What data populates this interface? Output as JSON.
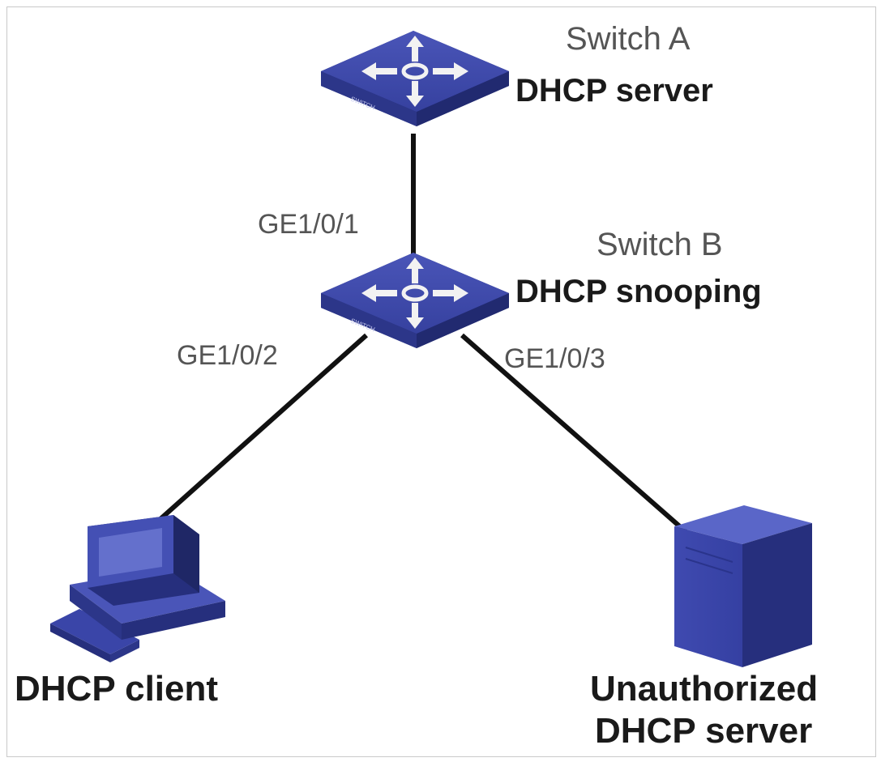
{
  "switch_a": {
    "name": "Switch A",
    "role": "DHCP server"
  },
  "switch_b": {
    "name": "Switch B",
    "role": "DHCP snooping"
  },
  "ports": {
    "uplink": "GE1/0/1",
    "client_port": "GE1/0/2",
    "rogue_port": "GE1/0/3"
  },
  "client": {
    "label": "DHCP client"
  },
  "rogue_server": {
    "label_line1": "Unauthorized",
    "label_line2": "DHCP server"
  },
  "switch_badge": "SWITCH",
  "colors": {
    "device_blue": "#3a45a8",
    "device_dark": "#262f7d",
    "device_light": "#5a66c8",
    "link": "#111111",
    "port_text": "#555555",
    "label_text": "#1a1a1a"
  }
}
